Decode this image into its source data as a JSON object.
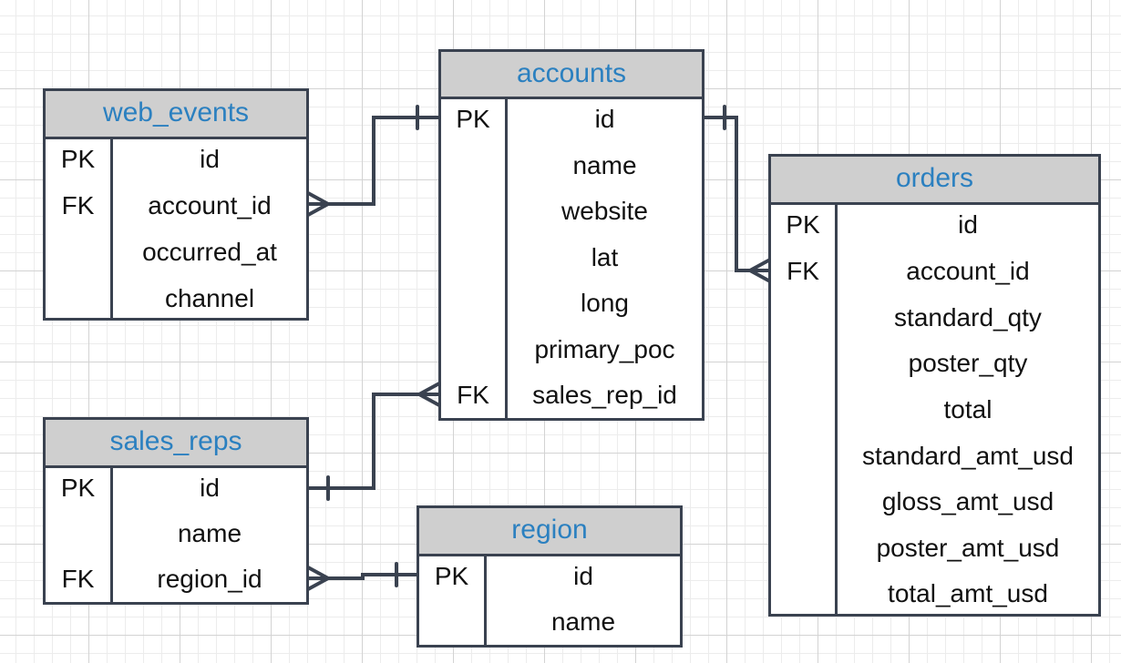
{
  "entities": [
    {
      "id": "web_events",
      "title": "web_events",
      "rows": [
        {
          "key": "PK",
          "field": "id"
        },
        {
          "key": "FK",
          "field": "account_id"
        },
        {
          "key": "",
          "field": "occurred_at"
        },
        {
          "key": "",
          "field": "channel"
        }
      ]
    },
    {
      "id": "accounts",
      "title": "accounts",
      "rows": [
        {
          "key": "PK",
          "field": "id"
        },
        {
          "key": "",
          "field": "name"
        },
        {
          "key": "",
          "field": "website"
        },
        {
          "key": "",
          "field": "lat"
        },
        {
          "key": "",
          "field": "long"
        },
        {
          "key": "",
          "field": "primary_poc"
        },
        {
          "key": "FK",
          "field": "sales_rep_id"
        }
      ]
    },
    {
      "id": "orders",
      "title": "orders",
      "rows": [
        {
          "key": "PK",
          "field": "id"
        },
        {
          "key": "FK",
          "field": "account_id"
        },
        {
          "key": "",
          "field": "standard_qty"
        },
        {
          "key": "",
          "field": "poster_qty"
        },
        {
          "key": "",
          "field": "total"
        },
        {
          "key": "",
          "field": "standard_amt_usd"
        },
        {
          "key": "",
          "field": "gloss_amt_usd"
        },
        {
          "key": "",
          "field": "poster_amt_usd"
        },
        {
          "key": "",
          "field": "total_amt_usd"
        }
      ]
    },
    {
      "id": "sales_reps",
      "title": "sales_reps",
      "rows": [
        {
          "key": "PK",
          "field": "id"
        },
        {
          "key": "",
          "field": "name"
        },
        {
          "key": "FK",
          "field": "region_id"
        }
      ]
    },
    {
      "id": "region",
      "title": "region",
      "rows": [
        {
          "key": "PK",
          "field": "id"
        },
        {
          "key": "",
          "field": "name"
        }
      ]
    }
  ],
  "relationships": [
    {
      "from": "accounts.id",
      "to": "web_events.account_id",
      "type": "one-to-many"
    },
    {
      "from": "accounts.id",
      "to": "orders.account_id",
      "type": "one-to-many"
    },
    {
      "from": "sales_reps.id",
      "to": "accounts.sales_rep_id",
      "type": "one-to-many"
    },
    {
      "from": "region.id",
      "to": "sales_reps.region_id",
      "type": "one-to-many"
    }
  ],
  "colors": {
    "border": "#3a4250",
    "header_bg": "#cfcfcf",
    "title_text": "#2b80c0",
    "body_text": "#111111"
  }
}
